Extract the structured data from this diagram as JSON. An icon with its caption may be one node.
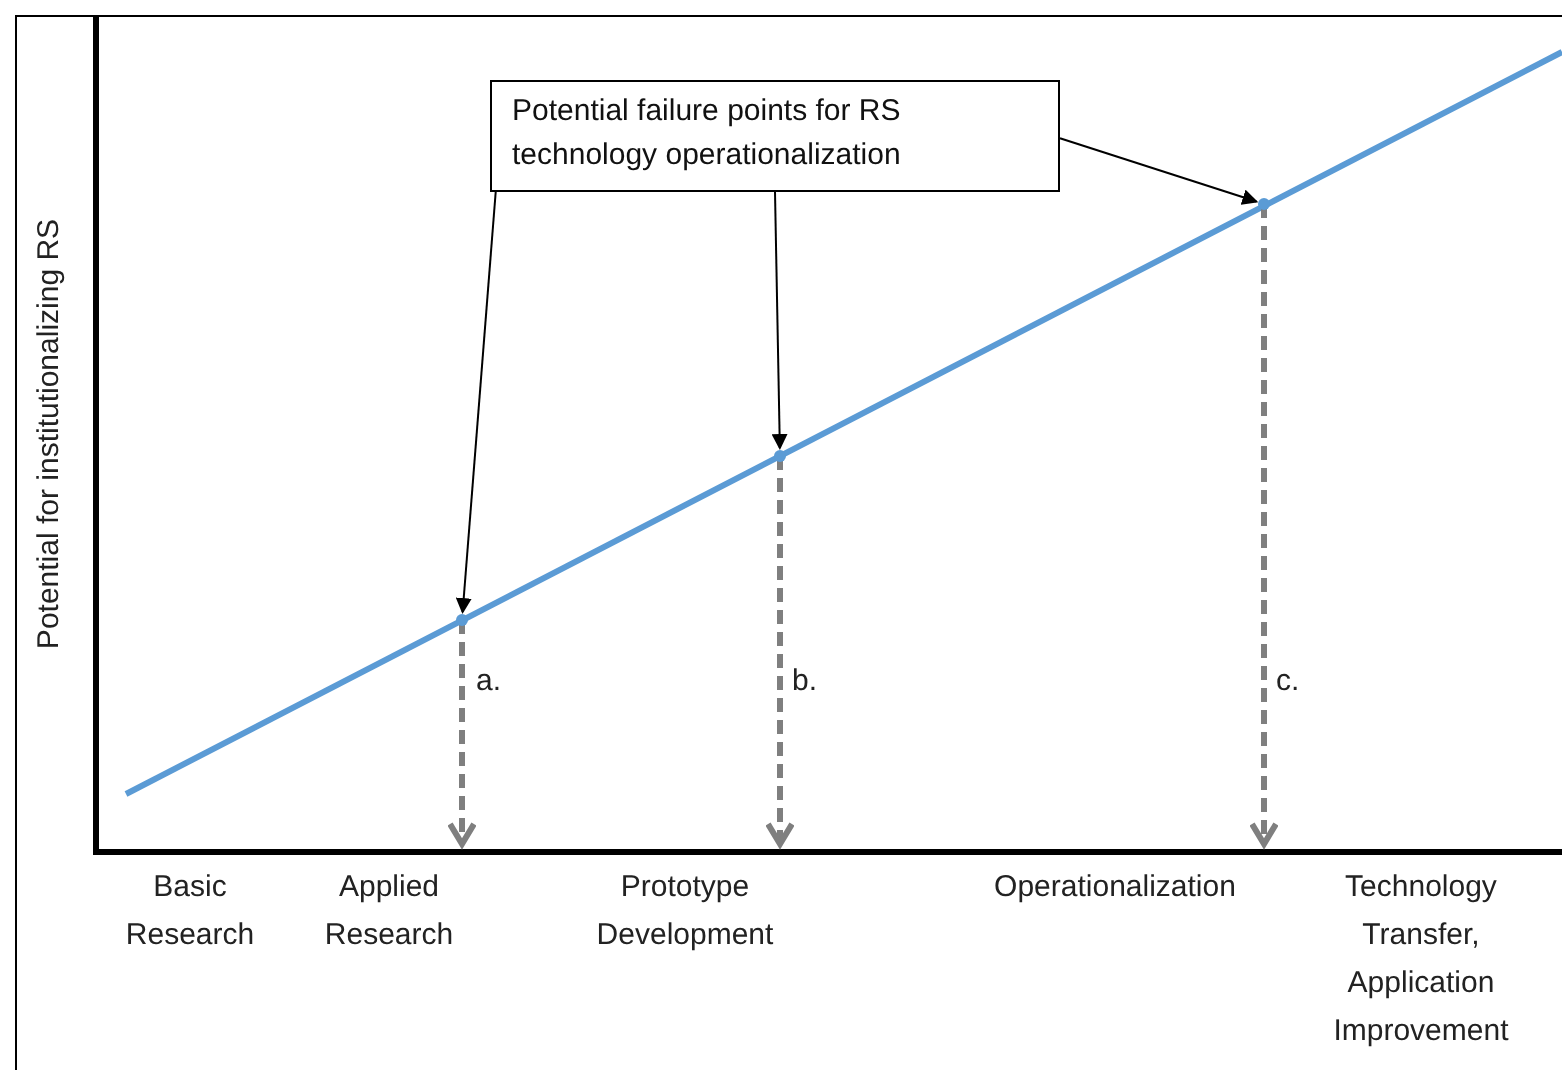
{
  "diagram": {
    "nodes": [
      {
        "text": [
          "Potential failure points for RS technology operationalization"
        ]
      },
      {
        "text": [],
        "shape": "circle"
      },
      {
        "text": [],
        "shape": "circle"
      },
      {
        "text": [],
        "shape": "circle"
      }
    ],
    "edges": [
      {
        "from": 0,
        "to": 1,
        "arrow": "to"
      },
      {
        "from": 0,
        "to": 2,
        "arrow": "to"
      },
      {
        "from": 0,
        "to": 3,
        "arrow": "to"
      }
    ],
    "labels": [
      "Potential for institutionalizing RS",
      "a.",
      "b.",
      "c.",
      "Basic Research",
      "Applied Research",
      "Prototype Development",
      "Operationalization",
      "Technology Transfer, Application Improvement"
    ]
  }
}
